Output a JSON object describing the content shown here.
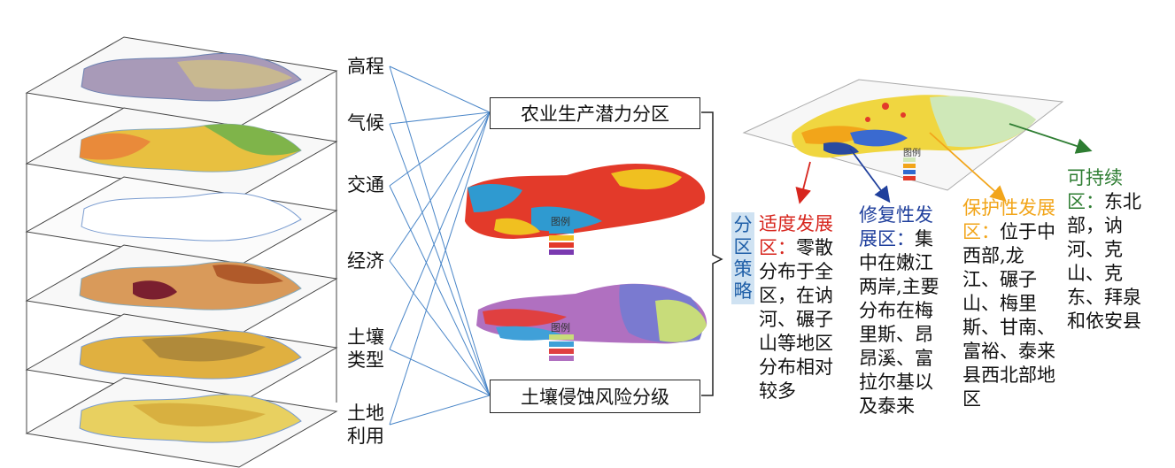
{
  "factors": [
    "高程",
    "气候",
    "交通",
    "经济",
    "土壤\n类型",
    "土地\n利用"
  ],
  "boxes": {
    "potential": "农业生产潜力分区",
    "erosion": "土壤侵蚀风险分级"
  },
  "strategy_label": "分区策略",
  "legend_title": "图例",
  "zones": [
    {
      "title": "适度发展区：",
      "body": "零散分布于全区，在讷河、碾子山等地区分布相对较多",
      "color": "#d7261e"
    },
    {
      "title": "修复性发展区：",
      "body": "集中在嫩江两岸,主要分布在梅里斯、昂昂溪、富拉尔基以及泰来",
      "color": "#1f3f9c"
    },
    {
      "title": "保护性发展区：",
      "body": "位于中西部,龙江、碾子山、梅里斯、甘南、富裕、泰来县西北部地区",
      "color": "#f2a51a"
    },
    {
      "title": "可持续区：",
      "body": "东北部，讷河、克山、克东、拜泉和依安县",
      "color": "#2e7d32"
    }
  ],
  "colors": {
    "line_blue": "#4a86c8",
    "arrow_red": "#d7261e",
    "arrow_blue": "#1f3f9c",
    "arrow_orange": "#f2a51a",
    "arrow_green": "#2e7d32"
  }
}
